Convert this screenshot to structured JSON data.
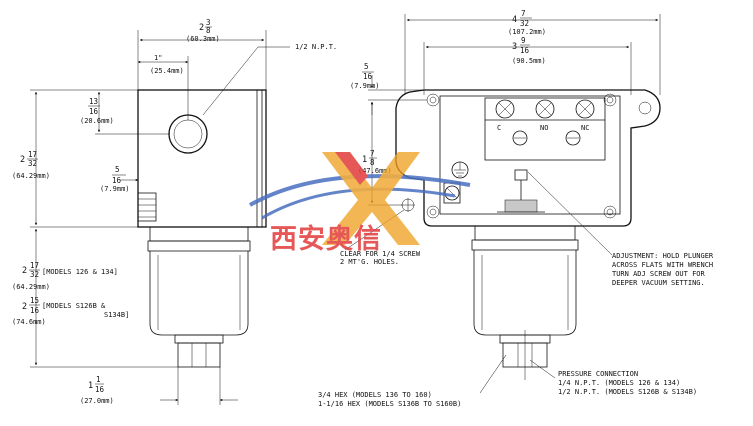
{
  "left_view": {
    "overall_width": {
      "whole": "2",
      "num": "3",
      "den": "8",
      "mm": "(60.3mm)"
    },
    "inch_mark": {
      "value": "1\"",
      "mm": "(25.4mm)"
    },
    "npt_label": "1/2 N.P.T.",
    "hole_height": {
      "num": "13",
      "den": "16",
      "mm": "(20.6mm)"
    },
    "body_height": {
      "whole": "2",
      "num": "17",
      "den": "32",
      "mm": "(64.29mm)"
    },
    "side_offset": {
      "num": "5",
      "den": "16",
      "mm": "(7.9mm)"
    },
    "lower_models_a": {
      "whole": "2",
      "num": "17",
      "den": "32",
      "text": "[MODELS 126 & 134]",
      "mm": "(64.29mm)"
    },
    "lower_models_b": {
      "whole": "2",
      "num": "15",
      "den": "16",
      "text": "[MODELS S126B &",
      "text2": "S134B]",
      "mm": "(74.6mm)"
    },
    "bottom_dim": {
      "whole": "1",
      "num": "1",
      "den": "16",
      "mm": "(27.0mm)"
    },
    "hex_note_1": "3/4 HEX (MODELS 136 TO 160)",
    "hex_note_2": "1-1/16 HEX (MODELS S136B TO S160B)"
  },
  "right_view": {
    "overall_width": {
      "whole": "4",
      "num": "7",
      "den": "32",
      "mm": "(107.2mm)"
    },
    "inner_width": {
      "whole": "3",
      "num": "9",
      "den": "16",
      "mm": "(90.5mm)"
    },
    "top_offset": {
      "num": "5",
      "den": "16",
      "mm": "(7.9mm)"
    },
    "mount_height": {
      "whole": "1",
      "num": "7",
      "den": "8",
      "mm": "(47.6mm)"
    },
    "terminals": [
      "C",
      "NO",
      "NC"
    ],
    "clearance_note_1": "CLEAR FOR 1/4 SCREW",
    "clearance_note_2": "2 MT'G. HOLES.",
    "adjust_note_1": "ADJUSTMENT: HOLD PLUNGER",
    "adjust_note_2": "ACROSS FLATS WITH WRENCH",
    "adjust_note_3": "TURN ADJ SCREW OUT FOR",
    "adjust_note_4": "DEEPER VACUUM SETTING.",
    "pressure_note_1": "PRESSURE CONNECTION",
    "pressure_note_2": "1/4 N.P.T. (MODELS 126 & 134)",
    "pressure_note_3": "1/2 N.P.T. (MODELS S126B & S134B)"
  },
  "watermark": {
    "text": "西安奥信",
    "colors": {
      "red": "#e23a3a",
      "orange": "#f0a020",
      "blue": "#4a6fc0"
    }
  }
}
